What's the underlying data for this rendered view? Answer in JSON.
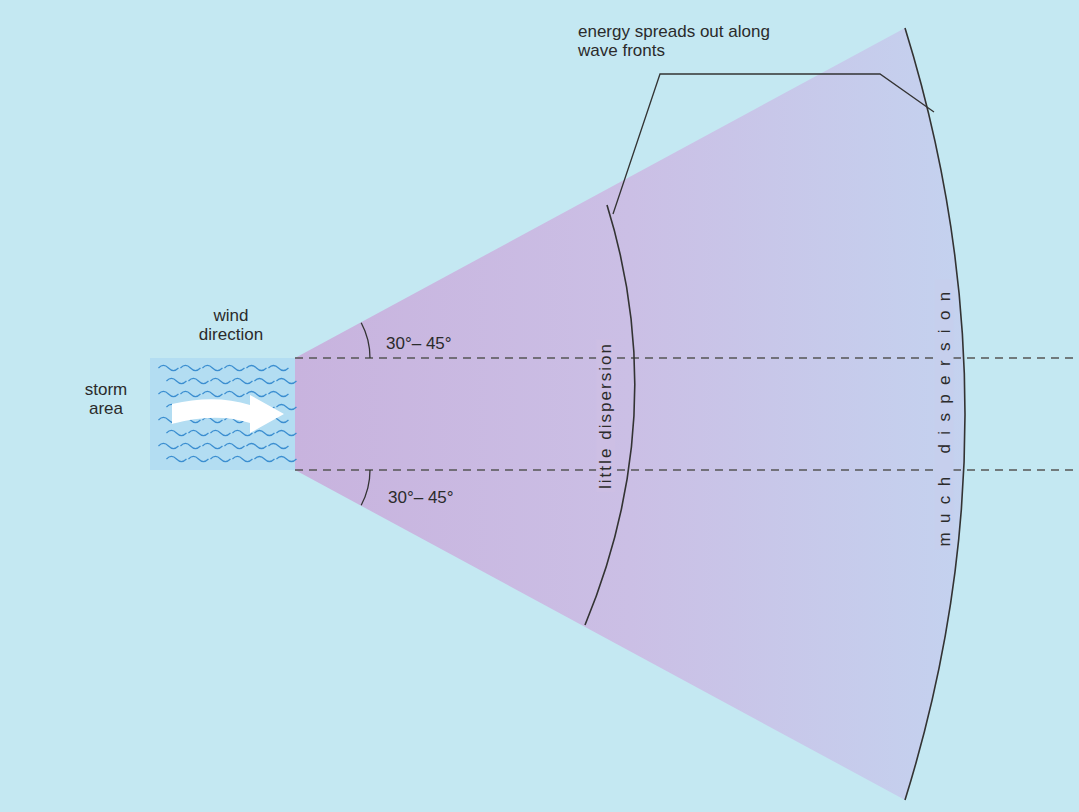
{
  "diagram": {
    "labels": [
      "energy spreads out along wave fronts",
      "wind direction",
      "storm area",
      "30°– 45°",
      "30°– 45°",
      "little dispersion",
      "much dispersion"
    ]
  }
}
